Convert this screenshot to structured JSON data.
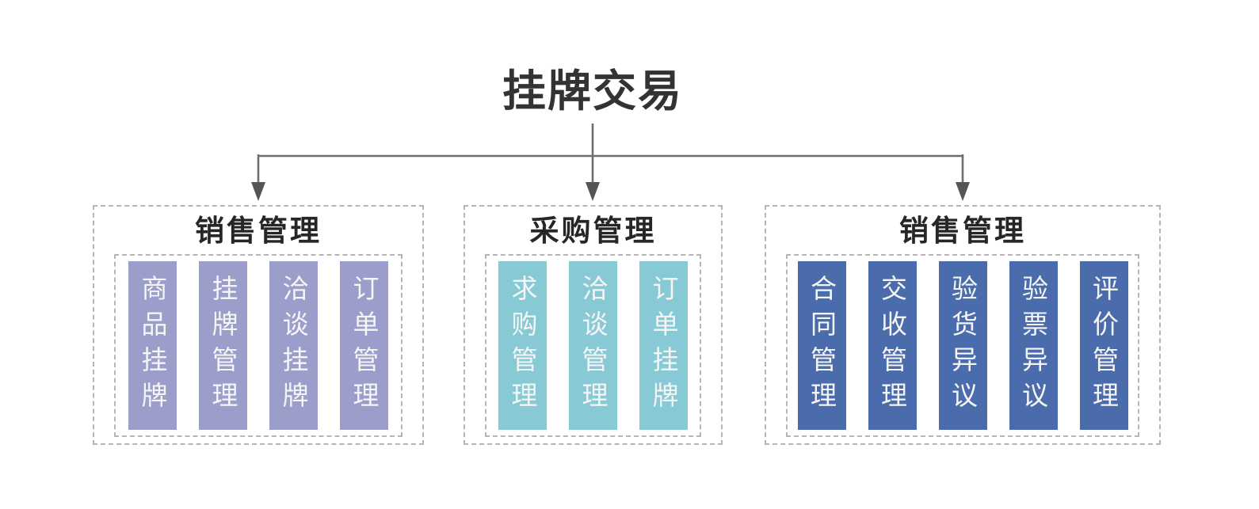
{
  "title": "挂牌交易",
  "colors": {
    "line": "#6e6e6e",
    "arrow_head": "#555555",
    "title_text": "#333333",
    "group_title_text": "#262626",
    "bar_text": "#f5f5f5",
    "dashed_border": "#b5b5b5",
    "background": "#ffffff"
  },
  "groups": [
    {
      "title": "销售管理",
      "color": "#9b9dca",
      "items": [
        "商品挂牌",
        "挂牌管理",
        "洽谈挂牌",
        "订单管理"
      ]
    },
    {
      "title": "采购管理",
      "color": "#87c9d4",
      "items": [
        "求购管理",
        "洽谈管理",
        "订单挂牌"
      ]
    },
    {
      "title": "销售管理",
      "color": "#4b6cac",
      "items": [
        "合同管理",
        "交收管理",
        "验货异议",
        "验票异议",
        "评价管理"
      ]
    }
  ]
}
